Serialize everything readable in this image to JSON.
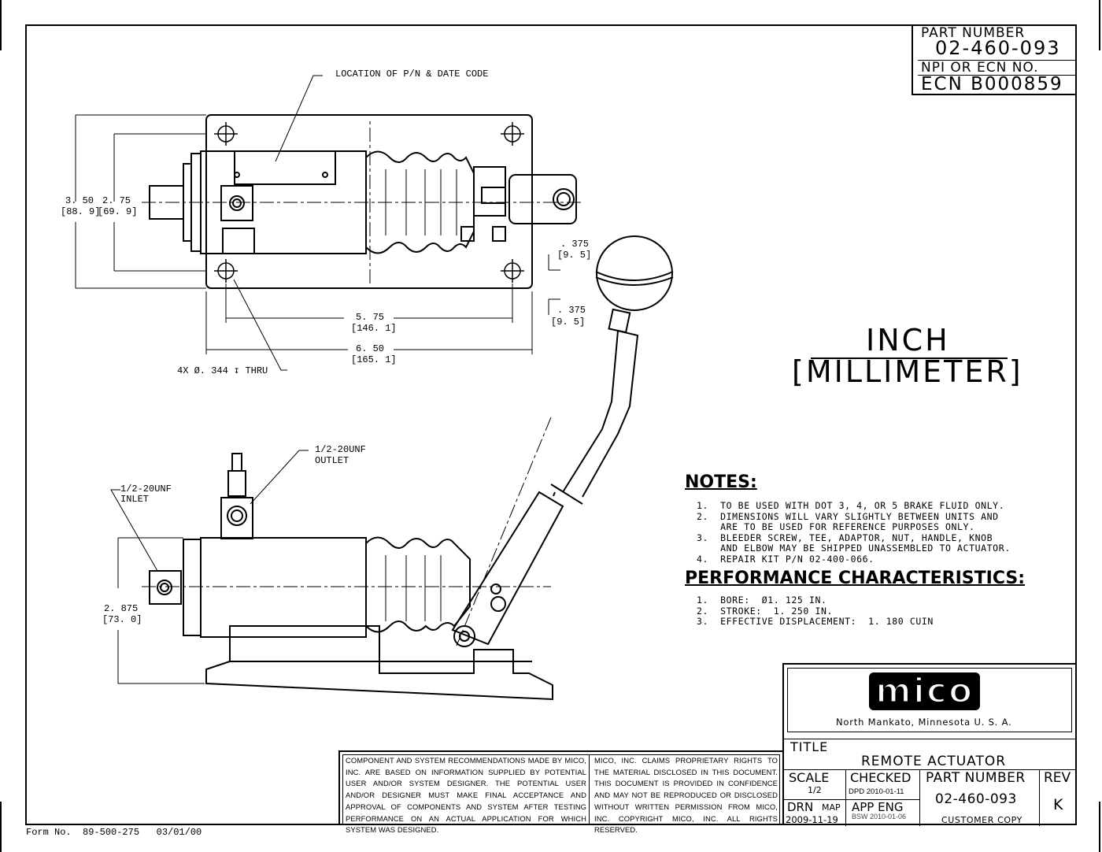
{
  "title_block_top": {
    "part_number_label": "PART NUMBER",
    "part_number": "02-460-093",
    "ecn_label": "NPI OR ECN NO.",
    "ecn_value": "ECN B000859"
  },
  "units": {
    "primary": "INCH",
    "secondary": "[MILLIMETER]"
  },
  "top_view": {
    "location_label": "LOCATION OF P/N & DATE CODE",
    "dim_350": "3. 50",
    "dim_350_mm": "[88. 9]",
    "dim_275": "2. 75",
    "dim_275_mm": "[69. 9]",
    "dim_575": "5. 75",
    "dim_575_mm": "[146. 1]",
    "dim_650": "6. 50",
    "dim_650_mm": "[165. 1]",
    "dim_375a": ". 375",
    "dim_375a_mm": "[9. 5]",
    "dim_375b": ". 375",
    "dim_375b_mm": "[9. 5]",
    "hole_note": "4X Ø. 344 ↧ THRU"
  },
  "side_view": {
    "outlet_line1": "1/2-20UNF",
    "outlet_line2": "OUTLET",
    "inlet_line1": "1/2-20UNF",
    "inlet_line2": "INLET",
    "dim_2875": "2. 875",
    "dim_2875_mm": "[73. 0]"
  },
  "notes": {
    "heading": "NOTES:",
    "items": [
      "1.  TO BE USED WITH DOT 3, 4, OR 5 BRAKE FLUID ONLY.",
      "2.  DIMENSIONS WILL VARY SLIGHTLY BETWEEN UNITS AND",
      "    ARE TO BE USED FOR REFERENCE PURPOSES ONLY.",
      "3.  BLEEDER SCREW, TEE, ADAPTOR, NUT, HANDLE, KNOB",
      "    AND ELBOW MAY BE SHIPPED UNASSEMBLED TO ACTUATOR.",
      "4.  REPAIR KIT P/N 02-400-066."
    ]
  },
  "performance": {
    "heading": "PERFORMANCE CHARACTERISTICS:",
    "items": [
      "1.  BORE:  Ø1. 125 IN.",
      "2.  STROKE:  1. 250 IN.",
      "3.  EFFECTIVE DISPLACEMENT:  1. 180 CUIN"
    ]
  },
  "company": {
    "logo": "MICO",
    "location": "North Mankato, Minnesota U. S. A."
  },
  "title_block": {
    "title_label": "TITLE",
    "title_value": "REMOTE ACTUATOR",
    "scale_label": "SCALE",
    "scale_value": "1/2",
    "checked_label": "CHECKED",
    "checked_value": "DPD 2010-01-11",
    "part_number_label": "PART NUMBER",
    "part_number": "02-460-093",
    "rev_label": "REV",
    "rev_value": "K",
    "drn_label": "DRN",
    "drn_initials": "MAP",
    "drn_date": "2009-11-19",
    "app_label": "APP ENG",
    "app_value": "BSW 2010-01-06",
    "copy_label": "CUSTOMER COPY"
  },
  "disclaimers": {
    "left": "COMPONENT AND SYSTEM RECOMMENDATIONS MADE BY MICO, INC. ARE BASED ON INFORMATION SUPPLIED BY POTENTIAL USER AND/OR SYSTEM DESIGNER. THE POTENTIAL USER AND/OR DESIGNER MUST MAKE FINAL ACCEPTANCE AND APPROVAL OF COMPONENTS AND SYSTEM AFTER TESTING PERFORMANCE ON AN ACTUAL APPLICATION FOR WHICH SYSTEM WAS DESIGNED.",
    "right": "MICO, INC. CLAIMS PROPRIETARY RIGHTS TO THE MATERIAL DISCLOSED IN THIS DOCUMENT. THIS DOCUMENT IS PROVIDED IN CONFIDENCE AND MAY NOT BE REPRODUCED OR DISCLOSED WITHOUT WRITTEN PERMISSION FROM MICO, INC. COPYRIGHT MICO, INC. ALL RIGHTS RESERVED."
  },
  "form_number": "Form No.  89-500-275   03/01/00"
}
